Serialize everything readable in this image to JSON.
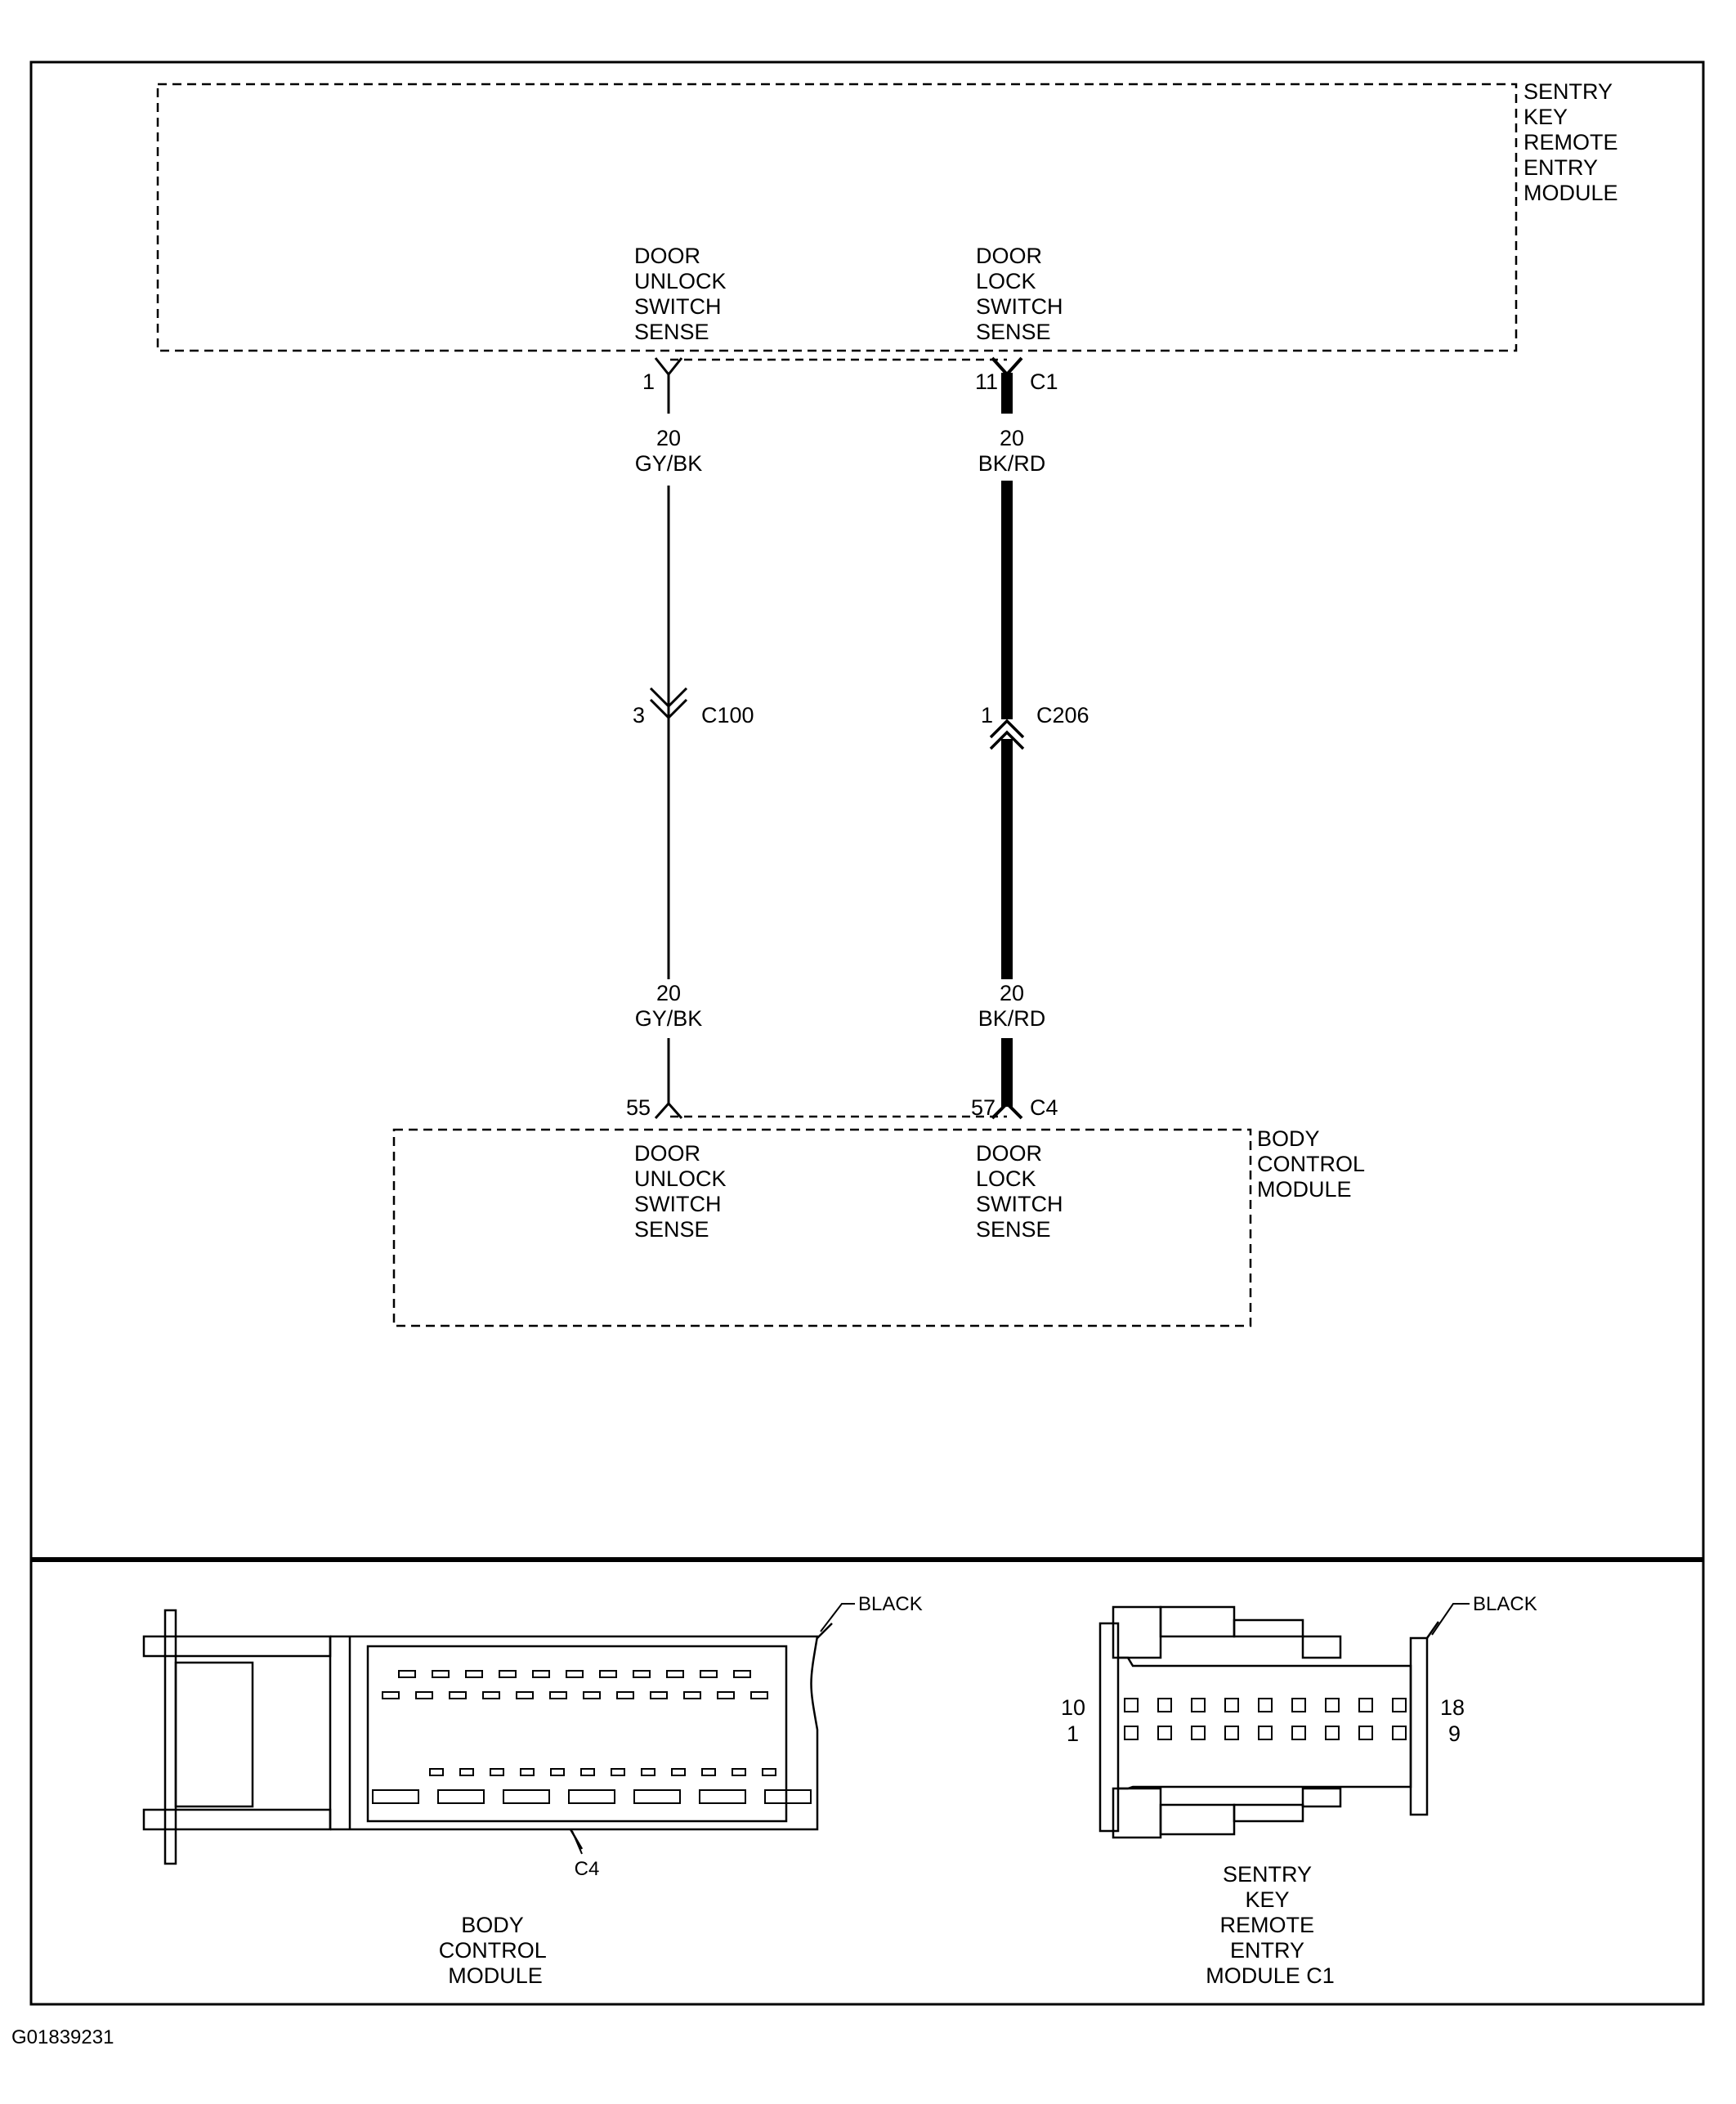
{
  "sentry_module": {
    "name": [
      "SENTRY",
      "KEY",
      "REMOTE",
      "ENTRY",
      "MODULE"
    ],
    "unlock_function": [
      "DOOR",
      "UNLOCK",
      "SWITCH",
      "SENSE"
    ],
    "lock_function": [
      "DOOR",
      "LOCK",
      "SWITCH",
      "SENSE"
    ],
    "connector": "C1",
    "unlock_pin": "1",
    "lock_pin": "11"
  },
  "body_control_module": {
    "name": [
      "BODY",
      "CONTROL",
      "MODULE"
    ],
    "unlock_function": [
      "DOOR",
      "UNLOCK",
      "SWITCH",
      "SENSE"
    ],
    "lock_function": [
      "DOOR",
      "LOCK",
      "SWITCH",
      "SENSE"
    ],
    "connector": "C4",
    "unlock_pin": "55",
    "lock_pin": "57"
  },
  "wires": {
    "unlock": {
      "gauge": "20",
      "color": "GY/BK",
      "inline_pin": "3",
      "inline_connector": "C100"
    },
    "lock": {
      "gauge": "20",
      "color": "BK/RD",
      "inline_pin": "1",
      "inline_connector": "C206"
    }
  },
  "views": {
    "bcm": {
      "housing_color": "BLACK",
      "connector": "C4",
      "caption": [
        "BODY",
        "CONTROL",
        "MODULE"
      ]
    },
    "sentry": {
      "housing_color": "BLACK",
      "pin_top_left": "10",
      "pin_top_right": "18",
      "pin_bottom_left": "1",
      "pin_bottom_right": "9",
      "caption": [
        "SENTRY",
        "KEY",
        "REMOTE",
        "ENTRY",
        "MODULE C1"
      ]
    }
  },
  "figure_id": "G01839231"
}
